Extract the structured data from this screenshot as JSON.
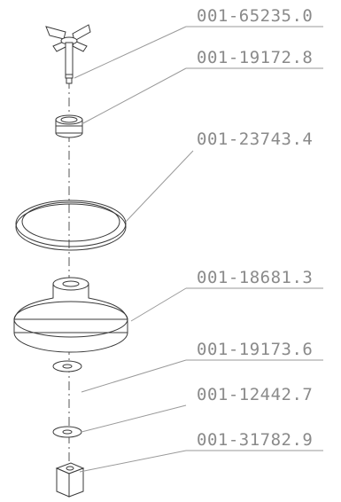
{
  "diagram": {
    "parts": [
      {
        "part_number": "001-65235.0",
        "component": "blade-assembly"
      },
      {
        "part_number": "001-19172.8",
        "component": "bushing"
      },
      {
        "part_number": "001-23743.4",
        "component": "gasket-ring"
      },
      {
        "part_number": "001-18681.3",
        "component": "base-housing"
      },
      {
        "part_number": "001-19173.6",
        "component": "washer-upper"
      },
      {
        "part_number": "001-12442.7",
        "component": "washer-lower"
      },
      {
        "part_number": "001-31782.9",
        "component": "drive-coupling"
      }
    ]
  }
}
